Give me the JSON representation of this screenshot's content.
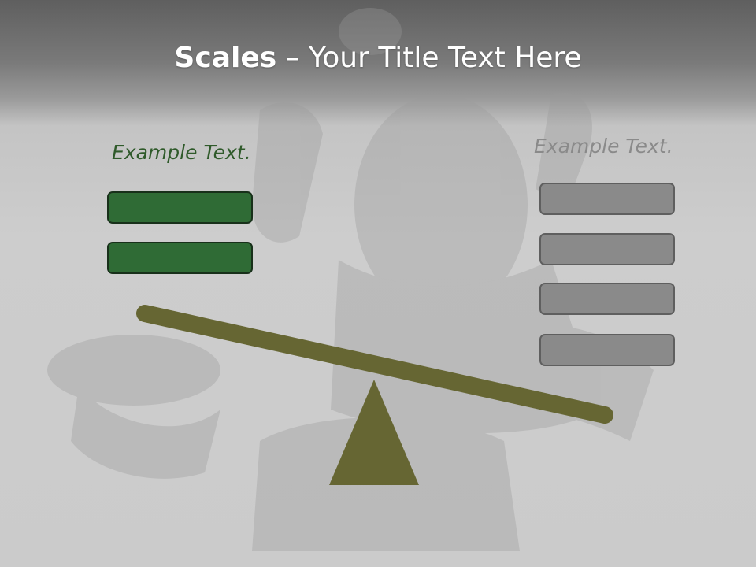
{
  "title": {
    "bold_text": "Scales",
    "rest_text": " – Your Title Text Here"
  },
  "left_panel": {
    "label": "Example Text.",
    "bar_count": 2
  },
  "right_panel": {
    "label": "Example Text.",
    "bar_count": 4
  },
  "colors": {
    "green_bar": "#2f6b35",
    "gray_bar": "#8a8a8a",
    "beam": "#666633",
    "fulcrum": "#666633",
    "left_label": "#2f5a2a",
    "right_label": "#8a8a8a"
  }
}
